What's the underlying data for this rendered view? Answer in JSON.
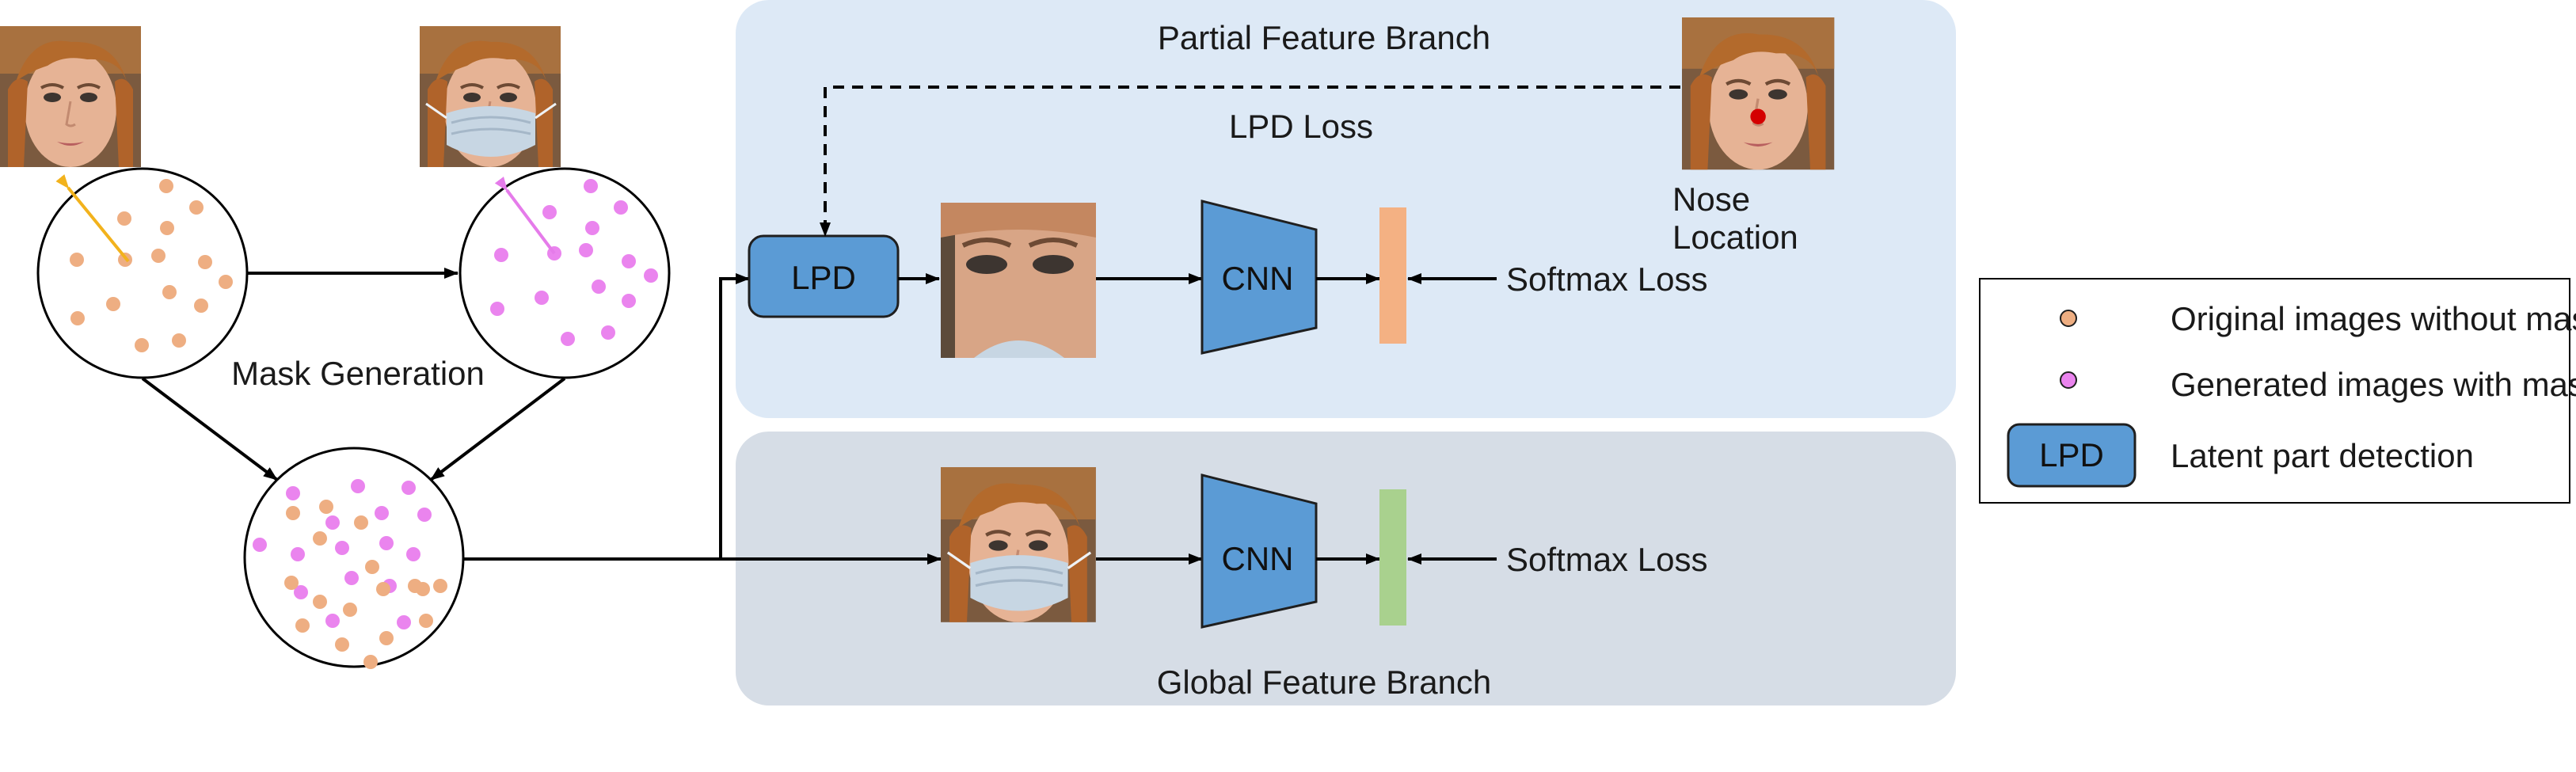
{
  "colors": {
    "partial_bg": "#dde9f6",
    "global_bg": "#d6dde6",
    "orange_dot": "#eeae82",
    "pink_dot": "#ea84ee",
    "orange_arrow": "#f2b21c",
    "pink_arrow": "#e57bea",
    "lpd_fill": "#5b9bd5",
    "cnn_fill": "#5b9bd5",
    "feature_partial": "#f4b183",
    "feature_global": "#a9d18e",
    "nose_dot": "#d40000"
  },
  "labels": {
    "partial_branch": "Partial Feature Branch",
    "global_branch": "Global Feature Branch",
    "lpd_loss": "LPD Loss",
    "nose_line1": "Nose",
    "nose_line2": "Location",
    "softmax_partial": "Softmax Loss",
    "softmax_global": "Softmax Loss",
    "mask_generation": "Mask Generation",
    "lpd_block": "LPD",
    "cnn_partial": "CNN",
    "cnn_global": "CNN"
  },
  "legend": {
    "items": [
      {
        "label": "Original images without mask",
        "icon": "orange-dot"
      },
      {
        "label": "Generated images with mask",
        "icon": "pink-dot"
      },
      {
        "label": "Latent part detection",
        "icon": "lpd-box",
        "badge": "LPD"
      }
    ]
  },
  "images": [
    {
      "name": "face-unmasked",
      "desc_icon": "face-photo"
    },
    {
      "name": "face-masked",
      "desc_icon": "masked-face-photo"
    },
    {
      "name": "face-nose",
      "desc_icon": "face-photo-with-nose-dot"
    },
    {
      "name": "face-crop-eyes",
      "desc_icon": "eye-region-crop"
    },
    {
      "name": "face-masked-global",
      "desc_icon": "masked-face-photo"
    }
  ]
}
